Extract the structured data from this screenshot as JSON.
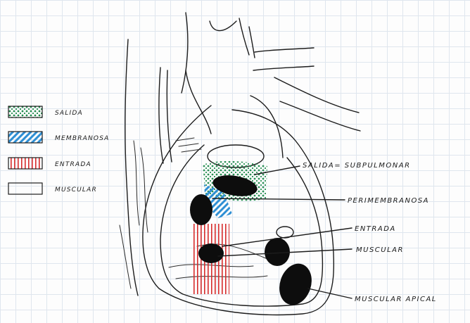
{
  "legend": [
    {
      "label": "SALIDA",
      "pattern": "dots",
      "color": "#1f8a4c"
    },
    {
      "label": "MEMBRANOSA",
      "pattern": "stripes",
      "color": "#2f8fd4"
    },
    {
      "label": "ENTRADA",
      "pattern": "vertical-lines",
      "color": "#d62b2b"
    },
    {
      "label": "MUSCULAR",
      "pattern": "empty",
      "color": "#1c1c1c"
    }
  ],
  "annotations": [
    "SALIDA= SUBPULMONAR",
    "PERIMEMBRANOSA",
    "ENTRADA",
    "MUSCULAR",
    "MUSCULAR APICAL"
  ],
  "colors": {
    "outflow_dots": "#1f8a4c",
    "membranous": "#2f8fd4",
    "inlet": "#d62b2b",
    "ink": "#1c1c1c",
    "defect_fill": "#0d0d0d"
  }
}
